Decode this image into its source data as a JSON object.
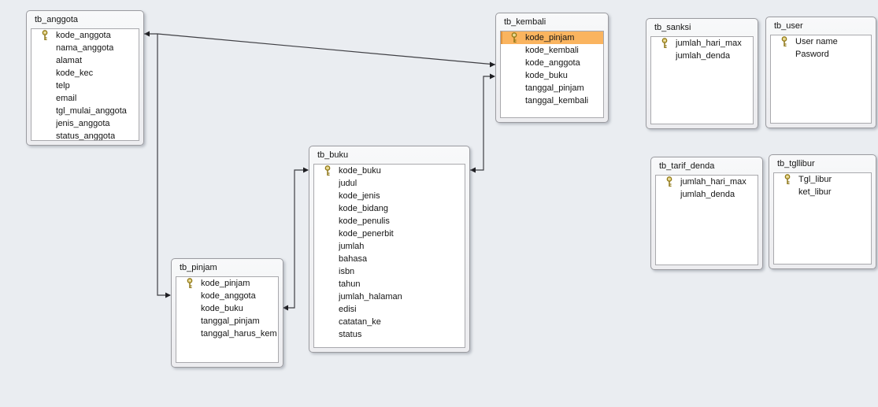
{
  "diagram": {
    "background_color": "#EAEDF1",
    "selection_color": "#FAB45F",
    "line_color": "#3F3F44",
    "icons": {
      "primary_key": "key-icon"
    },
    "tables": [
      {
        "name": "tb_anggota",
        "fields": [
          {
            "label": "kode_anggota",
            "key": true
          },
          {
            "label": "nama_anggota",
            "key": false
          },
          {
            "label": "alamat",
            "key": false
          },
          {
            "label": "kode_kec",
            "key": false
          },
          {
            "label": "telp",
            "key": false
          },
          {
            "label": "email",
            "key": false
          },
          {
            "label": "tgl_mulai_anggota",
            "key": false
          },
          {
            "label": "jenis_anggota",
            "key": false
          },
          {
            "label": "status_anggota",
            "key": false
          }
        ]
      },
      {
        "name": "tb_kembali",
        "fields": [
          {
            "label": "kode_pinjam",
            "key": true,
            "selected": true
          },
          {
            "label": "kode_kembali",
            "key": false
          },
          {
            "label": "kode_anggota",
            "key": false
          },
          {
            "label": "kode_buku",
            "key": false
          },
          {
            "label": "tanggal_pinjam",
            "key": false
          },
          {
            "label": "tanggal_kembali",
            "key": false
          }
        ]
      },
      {
        "name": "tb_sanksi",
        "fields": [
          {
            "label": "jumlah_hari_max",
            "key": true
          },
          {
            "label": "jumlah_denda",
            "key": false
          }
        ]
      },
      {
        "name": "tb_user",
        "fields": [
          {
            "label": "User name",
            "key": true
          },
          {
            "label": "Pasword",
            "key": false
          }
        ]
      },
      {
        "name": "tb_buku",
        "fields": [
          {
            "label": "kode_buku",
            "key": true
          },
          {
            "label": "judul",
            "key": false
          },
          {
            "label": "kode_jenis",
            "key": false
          },
          {
            "label": "kode_bidang",
            "key": false
          },
          {
            "label": "kode_penulis",
            "key": false
          },
          {
            "label": "kode_penerbit",
            "key": false
          },
          {
            "label": "jumlah",
            "key": false
          },
          {
            "label": "bahasa",
            "key": false
          },
          {
            "label": "isbn",
            "key": false
          },
          {
            "label": "tahun",
            "key": false
          },
          {
            "label": "jumlah_halaman",
            "key": false
          },
          {
            "label": "edisi",
            "key": false
          },
          {
            "label": "catatan_ke",
            "key": false
          },
          {
            "label": "status",
            "key": false
          }
        ]
      },
      {
        "name": "tb_pinjam",
        "fields": [
          {
            "label": "kode_pinjam",
            "key": true
          },
          {
            "label": "kode_anggota",
            "key": false
          },
          {
            "label": "kode_buku",
            "key": false
          },
          {
            "label": "tanggal_pinjam",
            "key": false
          },
          {
            "label": "tanggal_harus_kem",
            "key": false
          }
        ]
      },
      {
        "name": "tb_tarif_denda",
        "fields": [
          {
            "label": "jumlah_hari_max",
            "key": true
          },
          {
            "label": "jumlah_denda",
            "key": false
          }
        ]
      },
      {
        "name": "tb_tgllibur",
        "fields": [
          {
            "label": "Tgl_libur",
            "key": true
          },
          {
            "label": "ket_libur",
            "key": false
          }
        ]
      }
    ],
    "relationships": [
      {
        "from_table": "tb_anggota",
        "from_field": "kode_anggota",
        "to_table": "tb_kembali",
        "to_field": "kode_anggota"
      },
      {
        "from_table": "tb_anggota",
        "from_field": "kode_anggota",
        "to_table": "tb_pinjam",
        "to_field": "kode_anggota"
      },
      {
        "from_table": "tb_pinjam",
        "from_field": "kode_buku",
        "to_table": "tb_buku",
        "to_field": "kode_buku"
      },
      {
        "from_table": "tb_buku",
        "from_field": "kode_buku",
        "to_table": "tb_kembali",
        "to_field": "kode_buku"
      }
    ]
  }
}
